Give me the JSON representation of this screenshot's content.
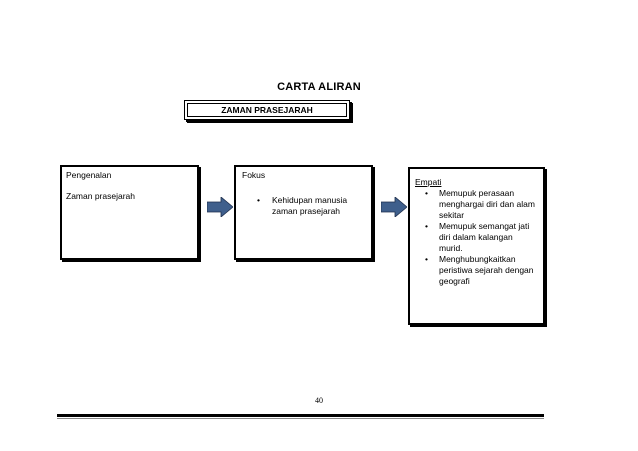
{
  "title": "CARTA ALIRAN",
  "top_box": {
    "label": "ZAMAN PRASEJARAH"
  },
  "boxes": [
    {
      "title": "Pengenalan",
      "text": "Zaman prasejarah"
    },
    {
      "title": "Fokus",
      "bullets": [
        "Kehidupan manusia zaman prasejarah"
      ]
    },
    {
      "title": "Empati",
      "bullets": [
        "Memupuk perasaan menghargai diri dan alam sekitar",
        "Memupuk semangat jati diri dalam kalangan murid.",
        "Menghubungkaitkan peristiwa sejarah dengan geografi"
      ]
    }
  ],
  "arrow_color": "#3f5f8c",
  "page_number": "40"
}
